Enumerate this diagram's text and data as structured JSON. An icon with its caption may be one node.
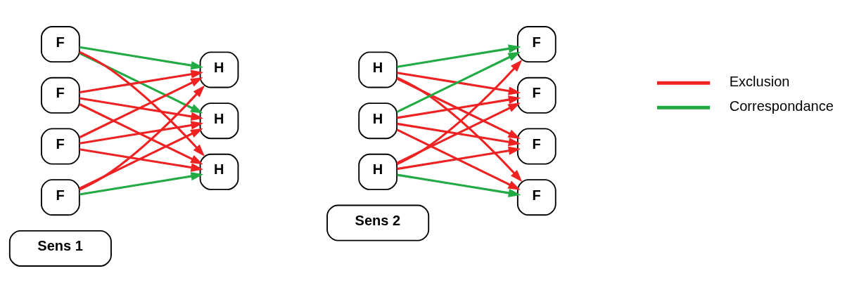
{
  "diagram": {
    "nodes": [
      {
        "text": [
          "F"
        ]
      },
      {
        "text": [
          "F"
        ]
      },
      {
        "text": [
          "F"
        ]
      },
      {
        "text": [
          "F"
        ]
      },
      {
        "text": [
          "H"
        ]
      },
      {
        "text": [
          "H"
        ]
      },
      {
        "text": [
          "H"
        ]
      },
      {
        "text": [
          "Sens 1"
        ]
      },
      {
        "text": [
          "H"
        ]
      },
      {
        "text": [
          "H"
        ]
      },
      {
        "text": [
          "H"
        ]
      },
      {
        "text": [
          "F"
        ]
      },
      {
        "text": [
          "F"
        ]
      },
      {
        "text": [
          "F"
        ]
      },
      {
        "text": [
          "F"
        ]
      },
      {
        "text": [
          "Sens 2"
        ]
      }
    ],
    "edges": [
      {
        "from": 0,
        "to": 4,
        "arrow": "to",
        "color": "#22aa44"
      },
      {
        "from": 0,
        "to": 5,
        "arrow": "to",
        "color": "#22aa44"
      },
      {
        "from": 0,
        "to": 6,
        "arrow": "to"
      },
      {
        "from": 1,
        "to": 4,
        "arrow": "to"
      },
      {
        "from": 1,
        "to": 5,
        "arrow": "to"
      },
      {
        "from": 1,
        "to": 6,
        "arrow": "to"
      },
      {
        "from": 2,
        "to": 4,
        "arrow": "to"
      },
      {
        "from": 2,
        "to": 5,
        "arrow": "to"
      },
      {
        "from": 2,
        "to": 6,
        "arrow": "to"
      },
      {
        "from": 3,
        "to": 4,
        "arrow": "to"
      },
      {
        "from": 3,
        "to": 5,
        "arrow": "to"
      },
      {
        "from": 3,
        "to": 6,
        "arrow": "to",
        "color": "#22aa44"
      },
      {
        "from": 8,
        "to": 11,
        "arrow": "to",
        "color": "#22aa44"
      },
      {
        "from": 8,
        "to": 12,
        "arrow": "to"
      },
      {
        "from": 8,
        "to": 13,
        "arrow": "to"
      },
      {
        "from": 8,
        "to": 14,
        "arrow": "to"
      },
      {
        "from": 9,
        "to": 11,
        "arrow": "to",
        "color": "#22aa44"
      },
      {
        "from": 9,
        "to": 12,
        "arrow": "to"
      },
      {
        "from": 9,
        "to": 13,
        "arrow": "to"
      },
      {
        "from": 9,
        "to": 14,
        "arrow": "to"
      },
      {
        "from": 10,
        "to": 11,
        "arrow": "to"
      },
      {
        "from": 10,
        "to": 12,
        "arrow": "to"
      },
      {
        "from": 10,
        "to": 13,
        "arrow": "to"
      },
      {
        "from": 10,
        "to": 14,
        "arrow": "to",
        "color": "#22aa44"
      }
    ],
    "legend": [
      {
        "text": "Exclusion",
        "color": "#ee2222"
      },
      {
        "text": "Correspondance",
        "color": "#22aa44"
      }
    ]
  }
}
